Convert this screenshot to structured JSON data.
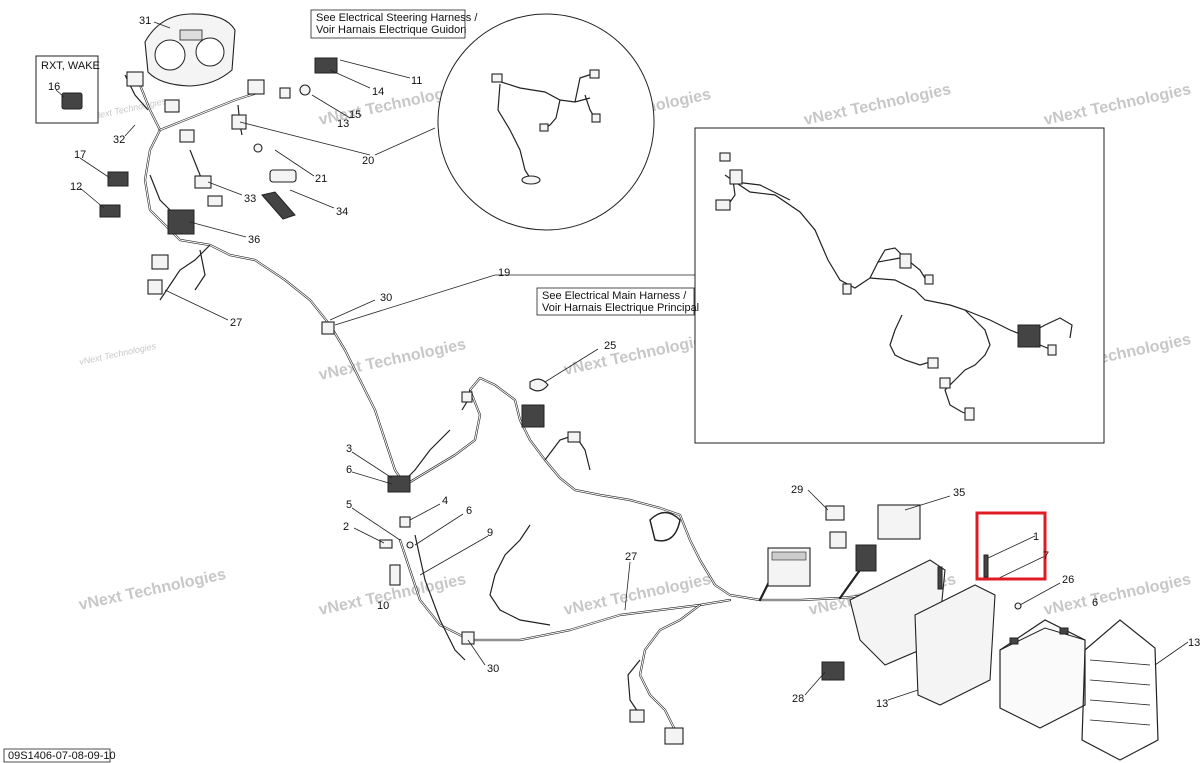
{
  "document": {
    "reference_code": "09S1406-07-08-09-10"
  },
  "notes": {
    "model_box_label": "RXT, WAKE",
    "steering_line1": "See Electrical Steering Harness /",
    "steering_line2": "Voir Harnais Electrique Guidon",
    "main_line1": "See Electrical Main Harness /",
    "main_line2": "Voir Harnais Electrique Principal"
  },
  "watermark": {
    "line_big": "vNext Technologies",
    "line_small": "vNext Technologies"
  },
  "callouts": [
    "31",
    "11",
    "14",
    "15",
    "13",
    "16",
    "32",
    "20",
    "21",
    "17",
    "33",
    "12",
    "34",
    "36",
    "19",
    "30",
    "27",
    "25",
    "3",
    "6",
    "5",
    "4",
    "6",
    "2",
    "9",
    "1",
    "7",
    "29",
    "35",
    "27",
    "26",
    "6",
    "10",
    "30",
    "28",
    "13",
    "13"
  ],
  "highlight": {
    "color": "#e01b24",
    "callouts_inside": [
      "1",
      "7"
    ]
  }
}
